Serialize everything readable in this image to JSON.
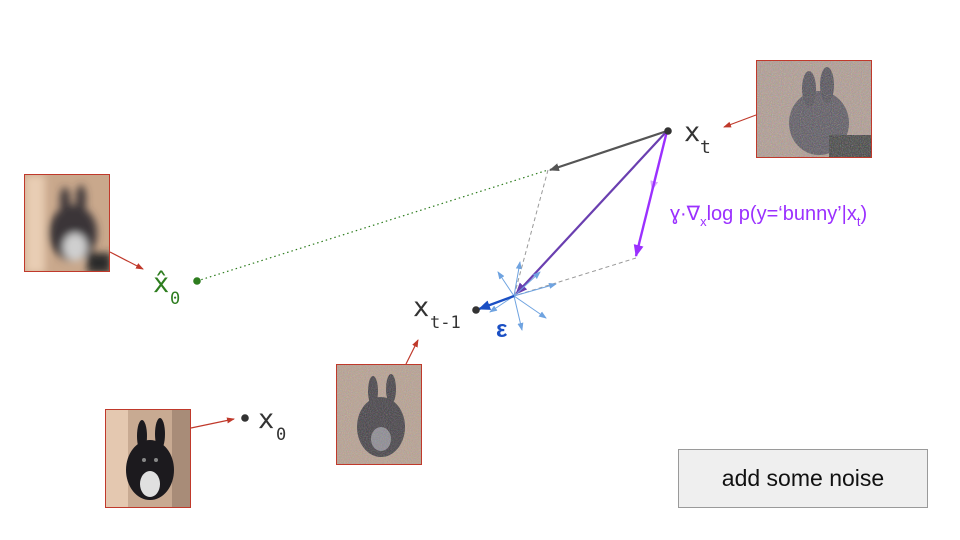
{
  "labels": {
    "x_t": "x",
    "x_t_sub": "t",
    "x_tm1": "x",
    "x_tm1_sub": "t-1",
    "x0": "x",
    "x0_sub": "0",
    "x0_hat": "x̂",
    "x0_hat_sub": "0",
    "epsilon": "ε",
    "guidance_prefix": "ɣ·∇",
    "guidance_sub_x": "x",
    "guidance_mid": "log p(y=‘bunny’|x",
    "guidance_sub_t": "t",
    "guidance_close": ")"
  },
  "button": {
    "label": "add some noise"
  },
  "colors": {
    "point": "#333333",
    "arrow_dark": "#555555",
    "prediction_green": "#2e7d1f",
    "noise_blue": "#1a4fc4",
    "noise_light_blue": "#6fa3e0",
    "guidance_purple": "#9b30ff",
    "combined_violet": "#6a3fb0",
    "thumb_border": "#c0392b",
    "leader_red": "#c0392b"
  },
  "thumbnails": [
    {
      "name": "noisy-xt-image",
      "blur": "noisy"
    },
    {
      "name": "predicted-x0-image",
      "blur": "blurry"
    },
    {
      "name": "xt-minus-1-image",
      "blur": "noisy"
    },
    {
      "name": "clean-x0-image",
      "blur": "clean"
    }
  ]
}
